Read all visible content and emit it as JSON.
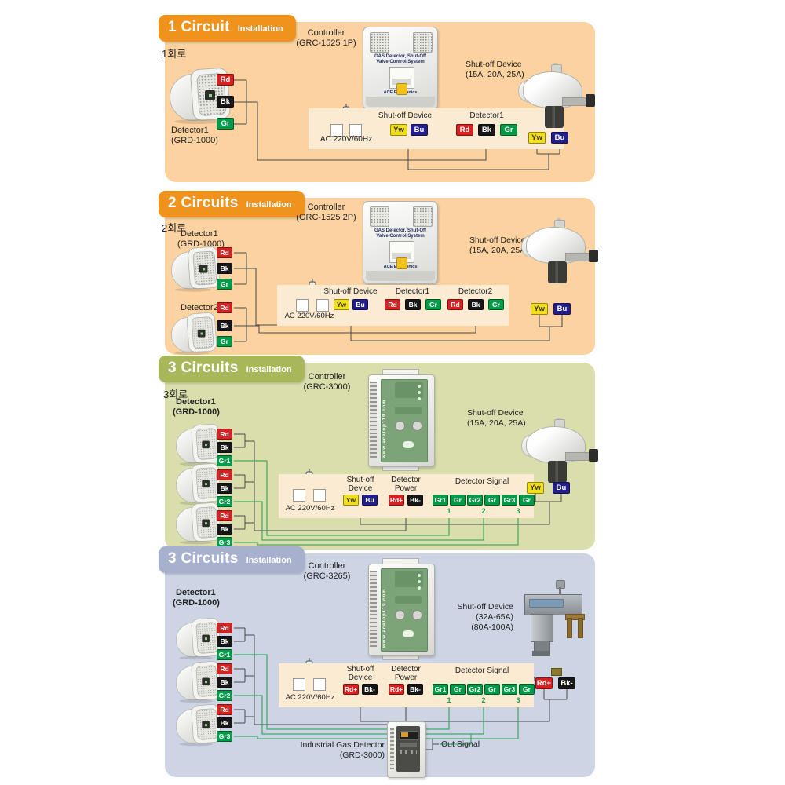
{
  "colors": {
    "panel_orange": "#FBD2A0",
    "header_orange": "#F0931D",
    "panel_olive": "#D9DEAC",
    "header_olive": "#A9B75B",
    "panel_blue": "#CDD4E4",
    "header_blue": "#A7B1CD",
    "wirebox_bg": "#FAEBD2",
    "tag_red": "#D8201F",
    "tag_black": "#161616",
    "tag_green": "#009B49",
    "tag_yellow": "#F2DF18",
    "tag_blue": "#221E8C",
    "wire": "#4a4a4a",
    "wire_green": "#1F9E4E"
  },
  "panels": [
    {
      "title": "1 Circuit",
      "subtitle": "Installation",
      "circuit": "1회로",
      "detector": {
        "name": "Detector1",
        "model": "(GRD-1000)",
        "tags": [
          "Rd",
          "Bk",
          "Gr"
        ]
      },
      "controller": {
        "label": "Controller",
        "model": "(GRC-1525 1P)",
        "face1": "GAS Detector, Shut-Off",
        "face2": "Valve Control System",
        "brand": "ACE Electronics"
      },
      "valve": {
        "label": "Shut-off Device",
        "rating1": "(15A, 20A, 25A)",
        "tags": [
          "Yw",
          "Bu"
        ]
      },
      "wirebox": {
        "power": "AC 220V/60Hz",
        "g1": {
          "label": "Shut-off Device",
          "tags": [
            "Yw",
            "Bu"
          ]
        },
        "g2": {
          "label": "Detector1",
          "tags": [
            "Rd",
            "Bk",
            "Gr"
          ]
        }
      }
    },
    {
      "title": "2 Circuits",
      "subtitle": "Installation",
      "circuit": "2회로",
      "detector1": {
        "name": "Detector1",
        "model": "(GRD-1000)",
        "tags": [
          "Rd",
          "Bk",
          "Gr"
        ]
      },
      "detector2": {
        "name": "Detector2",
        "tags": [
          "Rd",
          "Bk",
          "Gr"
        ]
      },
      "controller": {
        "label": "Controller",
        "model": "(GRC-1525 2P)",
        "face1": "GAS Detector, Shut-Off",
        "face2": "Valve Control System",
        "brand": "ACE Electronics"
      },
      "valve": {
        "label": "Shut-off Device",
        "rating1": "(15A, 20A, 25A)",
        "tags": [
          "Yw",
          "Bu"
        ]
      },
      "wirebox": {
        "power": "AC 220V/60Hz",
        "g1": {
          "label": "Shut-off Device",
          "tags": [
            "Yw",
            "Bu"
          ]
        },
        "g2": {
          "label": "Detector1",
          "tags": [
            "Rd",
            "Bk",
            "Gr"
          ]
        },
        "g3": {
          "label": "Detector2",
          "tags": [
            "Rd",
            "Bk",
            "Gr"
          ]
        }
      }
    },
    {
      "title": "3 Circuits",
      "subtitle": "Installation",
      "circuit": "3회로",
      "detector": {
        "name": "Detector1",
        "model": "(GRD-1000)"
      },
      "det_tags": [
        [
          "Rd",
          "Bk",
          "Gr1"
        ],
        [
          "Rd",
          "Bk",
          "Gr2"
        ],
        [
          "Rd",
          "Bk",
          "Gr3"
        ]
      ],
      "controller": {
        "label": "Controller",
        "model": "(GRC-3000)",
        "site": "www.acetop119.com"
      },
      "valve": {
        "label": "Shut-off Device",
        "rating1": "(15A, 20A, 25A)",
        "tags": [
          "Yw",
          "Bu"
        ]
      },
      "wirebox": {
        "power": "AC 220V/60Hz",
        "g1": {
          "l1": "Shut-off",
          "l2": "Device",
          "tags": [
            "Yw",
            "Bu"
          ]
        },
        "g2": {
          "l1": "Detector",
          "l2": "Power",
          "tags": [
            "Rd+",
            "Bk-"
          ]
        },
        "signal": {
          "label": "Detector Signal",
          "pairs": [
            {
              "a": "Gr1",
              "b": "Gr",
              "n": "1"
            },
            {
              "a": "Gr2",
              "b": "Gr",
              "n": "2"
            },
            {
              "a": "Gr3",
              "b": "Gr",
              "n": "3"
            }
          ]
        }
      }
    },
    {
      "title": "3 Circuits",
      "subtitle": "Installation",
      "detector": {
        "name": "Detector1",
        "model": "(GRD-1000)"
      },
      "det_tags": [
        [
          "Rd",
          "Bk",
          "Gr1"
        ],
        [
          "Rd",
          "Bk",
          "Gr2"
        ],
        [
          "Rd",
          "Bk",
          "Gr3"
        ]
      ],
      "controller": {
        "label": "Controller",
        "model": "(GRC-3265)",
        "site": "www.acetop119.com"
      },
      "valve": {
        "label": "Shut-off Device",
        "rating1": "(32A-65A)",
        "rating2": "(80A-100A)",
        "tags": [
          "Rd+",
          "Bk-"
        ]
      },
      "wirebox": {
        "power": "AC 220V/60Hz",
        "g1": {
          "l1": "Shut-off",
          "l2": "Device",
          "tags": [
            "Rd+",
            "Bk-"
          ]
        },
        "g2": {
          "l1": "Detector",
          "l2": "Power",
          "tags": [
            "Rd+",
            "Bk-"
          ]
        },
        "signal": {
          "label": "Detector Signal",
          "pairs": [
            {
              "a": "Gr1",
              "b": "Gr",
              "n": "1"
            },
            {
              "a": "Gr2",
              "b": "Gr",
              "n": "2"
            },
            {
              "a": "Gr3",
              "b": "Gr",
              "n": "3"
            }
          ]
        }
      },
      "industrial": {
        "name": "Industrial Gas Detector",
        "model": "(GRD-3000)",
        "out": "Out Signal"
      }
    }
  ]
}
